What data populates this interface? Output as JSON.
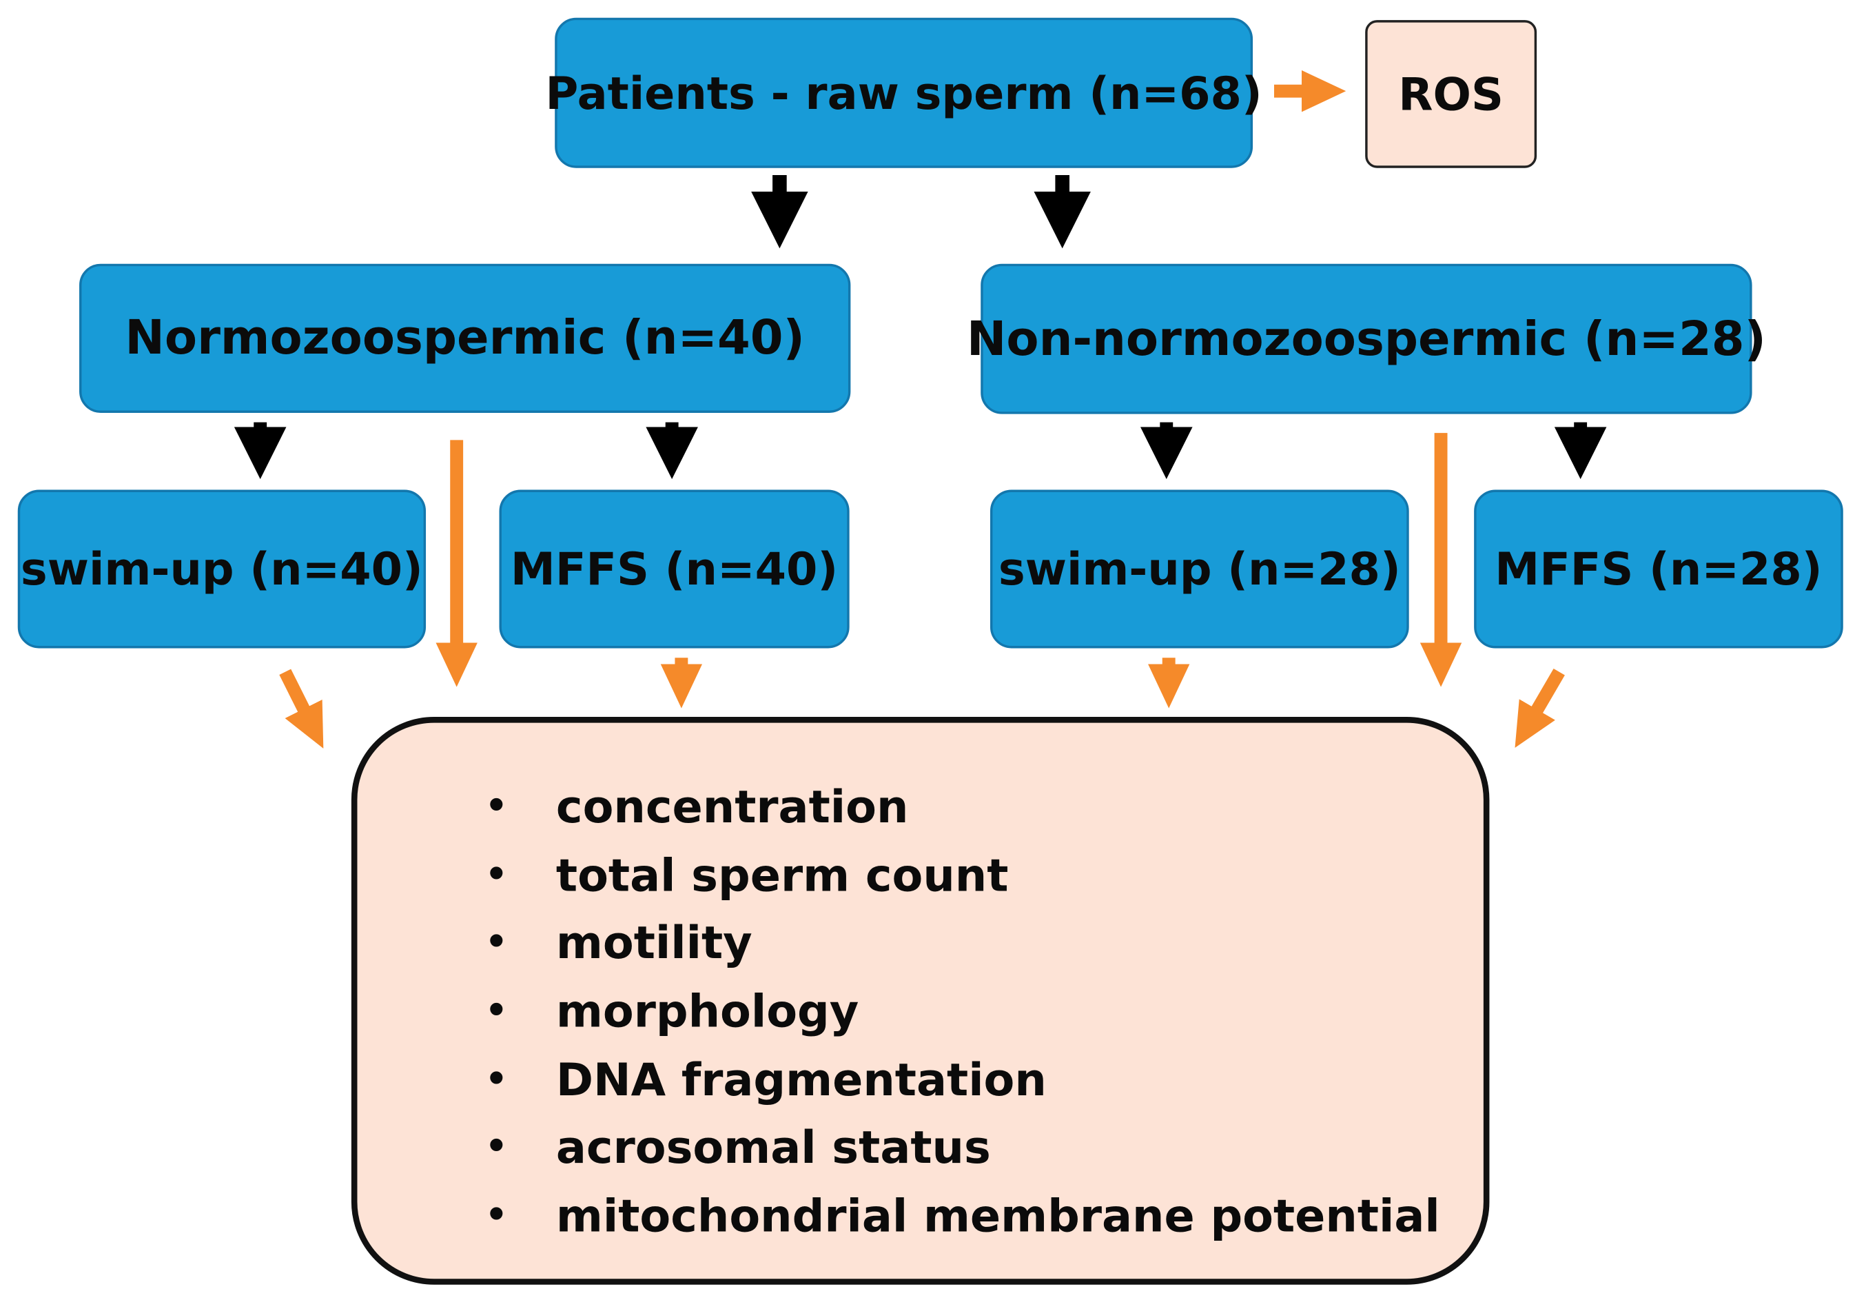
{
  "nodes": {
    "patients": "Patients - raw sperm (n=68)",
    "ros": "ROS",
    "normo": "Normozoospermic (n=40)",
    "non_normo": "Non-normozoospermic (n=28)",
    "normo_swim": "swim-up (n=40)",
    "normo_mffs": "MFFS (n=40)",
    "non_normo_swim": "swim-up (n=28)",
    "non_normo_mffs": "MFFS (n=28)"
  },
  "results": {
    "bullet": "•",
    "items": [
      "concentration",
      "total sperm count",
      "motility",
      "morphology",
      "DNA fragmentation",
      "acrosomal status",
      "mitochondrial membrane potential"
    ]
  },
  "colors": {
    "box_fill": "#189bd7",
    "result_fill": "#fde3d6",
    "flow_arrow": "#000000",
    "measure_arrow": "#f58a2a"
  }
}
